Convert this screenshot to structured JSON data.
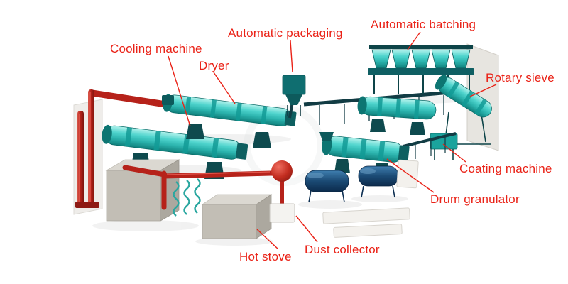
{
  "diagram": {
    "type": "fertilizer-production-line-illustration",
    "labels": {
      "cooling_machine": "Cooling machine",
      "dryer": "Dryer",
      "automatic_packaging": "Automatic packaging",
      "automatic_batching": "Automatic batching",
      "rotary_sieve": "Rotary sieve",
      "coating_machine": "Coating machine",
      "drum_granulator": "Drum granulator",
      "dust_collector": "Dust collector",
      "hot_stove": "Hot stove"
    },
    "colors": {
      "label_text": "#ea2217",
      "machine_teal": "#3ec9c2",
      "machine_teal_dark": "#0e6b68",
      "conveyor_dark": "#123c44",
      "pipe_red": "#b6221a",
      "stove_gray": "#c2beb5",
      "tank_navy": "#123a5c",
      "background": "#ffffff"
    }
  }
}
